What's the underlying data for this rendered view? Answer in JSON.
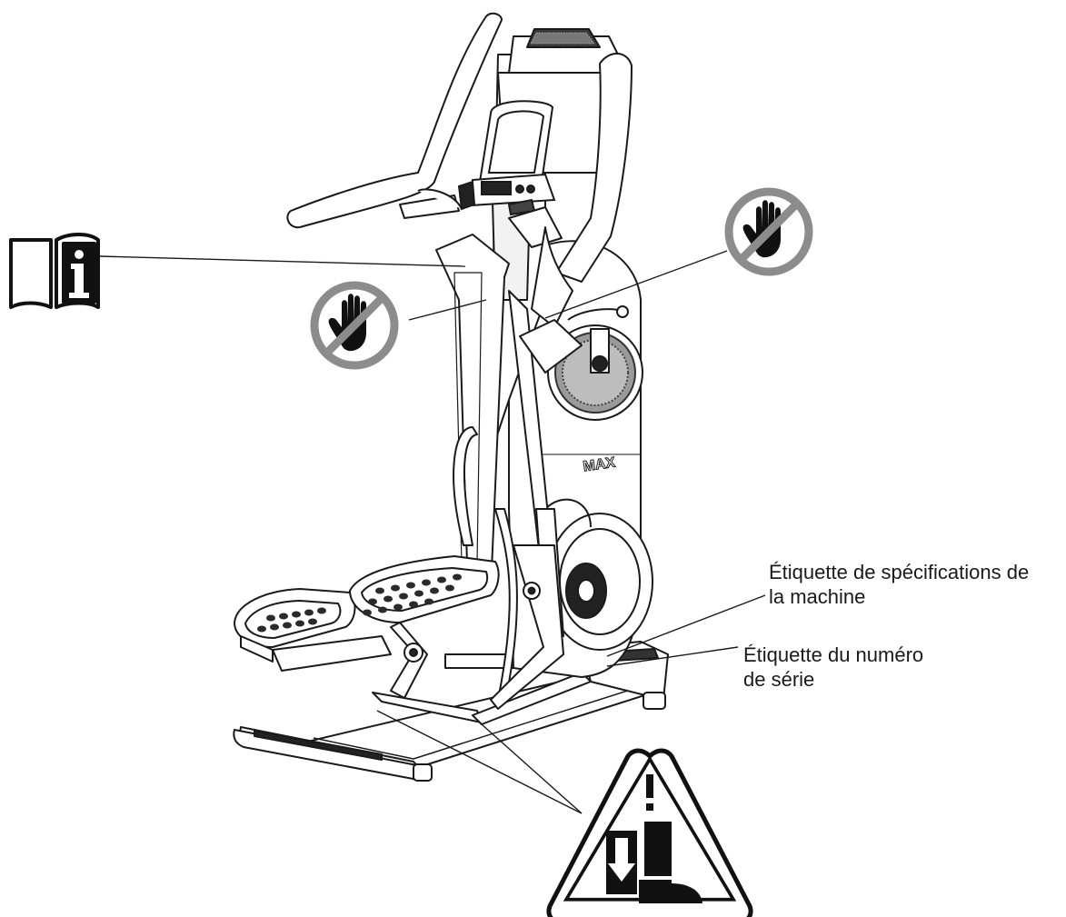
{
  "callouts": {
    "specs_label": {
      "line1": "Étiquette de spécifications de",
      "line2": "la machine"
    },
    "serial_label": {
      "line1": "Étiquette du numéro",
      "line2": "de série"
    }
  },
  "machine": {
    "brand_mark": "MAX"
  },
  "icons": {
    "manual": "read-manual-icon",
    "no_touch": "no-touch-hand-icon",
    "crush_warning": "foot-crush-warning-icon"
  },
  "colors": {
    "line": "#1a1a1a",
    "prohibition_ring": "#8c8c8c",
    "background": "#ffffff"
  }
}
